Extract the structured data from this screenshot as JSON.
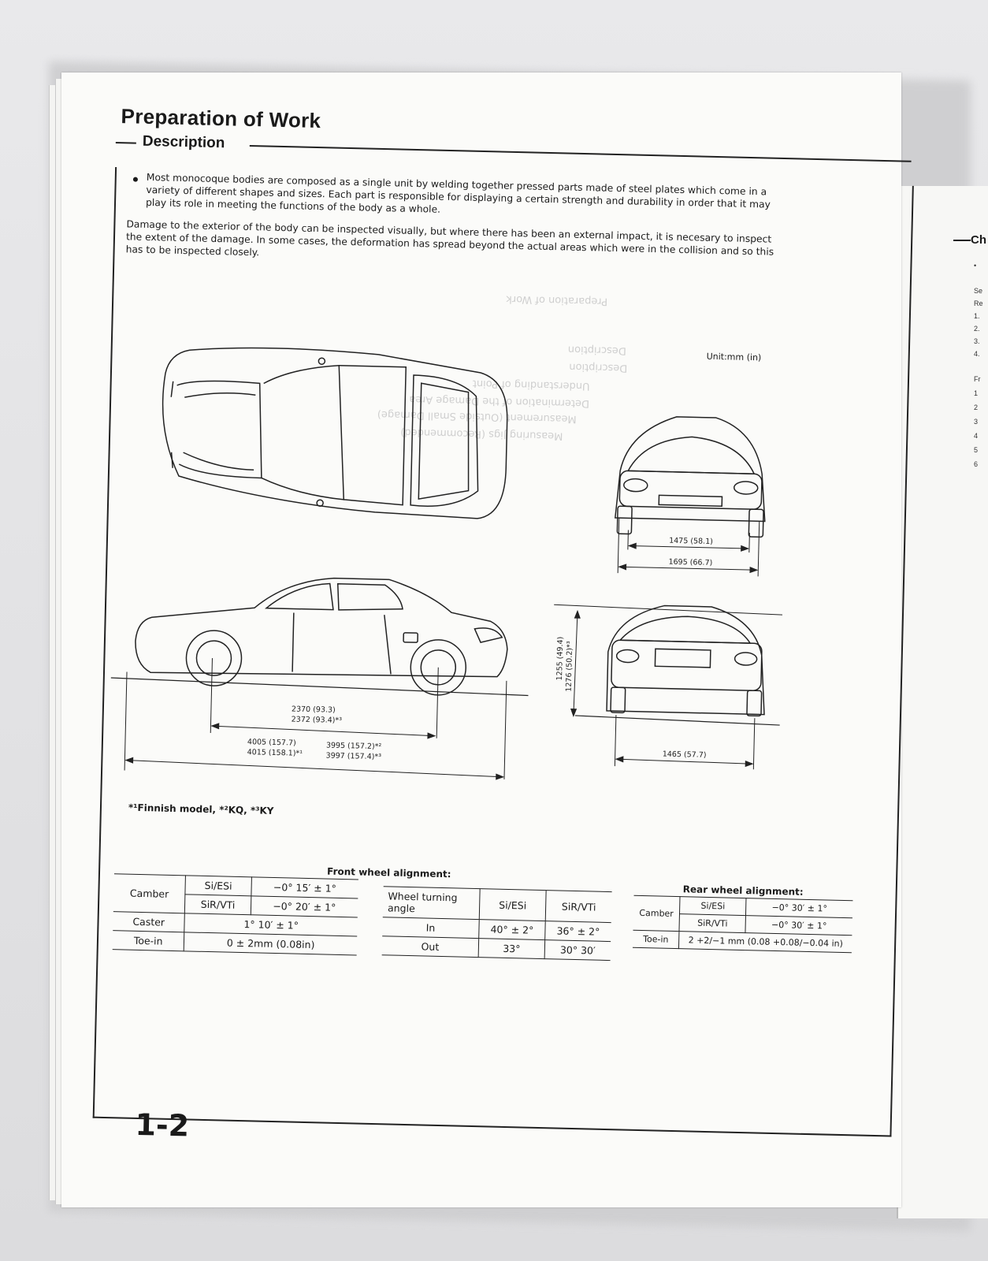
{
  "page": {
    "title": "Preparation of Work",
    "section": "Description",
    "bullet_paragraph": "Most monocoque bodies are composed as a single unit by welding together pressed parts made of steel plates which come in a variety of different shapes and sizes. Each part is responsible for displaying a certain strength and durability in order that it may play its role in meeting the functions of the body as a whole.",
    "damage_paragraph": "Damage to the exterior of the body can be inspected visually, but where there has been an external impact, it is necesary to inspect the extent of the damage. In some cases, the deformation has spread beyond the actual areas which were in the collision and so this has to be inspected closely.",
    "unit_label": "Unit:mm (in)",
    "page_number": "1-2"
  },
  "dimensions": {
    "front_track": "1475 (58.1)",
    "overall_width": "1695 (66.7)",
    "height_1": "1255 (49.4)",
    "height_2": "1276 (50.2)*³",
    "wheelbase_1": "2370 (93.3)",
    "wheelbase_2": "2372 (93.4)*³",
    "length_1": "4005 (157.7)",
    "length_2": "4015 (158.1)*¹",
    "length_3": "3995 (157.2)*²",
    "length_4": "3997 (157.4)*³",
    "rear_track": "1465 (57.7)"
  },
  "footnote": "*¹Finnish model, *²KQ, *³KY",
  "front_alignment": {
    "caption": "Front wheel alignment:",
    "camber_label": "Camber",
    "camber_rows": [
      {
        "model": "Si/ESi",
        "value": "−0° 15′ ± 1°"
      },
      {
        "model": "SiR/VTi",
        "value": "−0° 20′ ± 1°"
      }
    ],
    "caster_label": "Caster",
    "caster_value": "1° 10′ ± 1°",
    "toe_label": "Toe-in",
    "toe_value": "0 ± 2mm (0.08in)"
  },
  "turning": {
    "header_label": "Wheel turning angle",
    "col1": "Si/ESi",
    "col2": "SiR/VTi",
    "rows": [
      {
        "label": "In",
        "v1": "40° ± 2°",
        "v2": "36° ± 2°"
      },
      {
        "label": "Out",
        "v1": "33°",
        "v2": "30° 30′"
      }
    ]
  },
  "rear_alignment": {
    "caption": "Rear wheel alignment:",
    "camber_label": "Camber",
    "camber_rows": [
      {
        "model": "Si/ESi",
        "value": "−0° 30′ ± 1°"
      },
      {
        "model": "SiR/VTi",
        "value": "−0° 30′ ± 1°"
      }
    ],
    "toe_label": "Toe-in",
    "toe_value": "2 +2/−1 mm (0.08 +0.08/−0.04 in)"
  },
  "ghost_text": [
    "Preparation of Work",
    "Description",
    "Description",
    "Understanding of Point",
    "Determination of the Damage Area",
    "Measurement (Outside Small Damage)",
    "Measuring Jigs (Recommended)"
  ],
  "next_page": {
    "title": "Ch",
    "lines": [
      "•",
      "Se",
      "Re",
      "1.",
      "2.",
      "3.",
      "4.",
      "Fr",
      "1",
      "2",
      "3",
      "4",
      "5",
      "6"
    ]
  }
}
